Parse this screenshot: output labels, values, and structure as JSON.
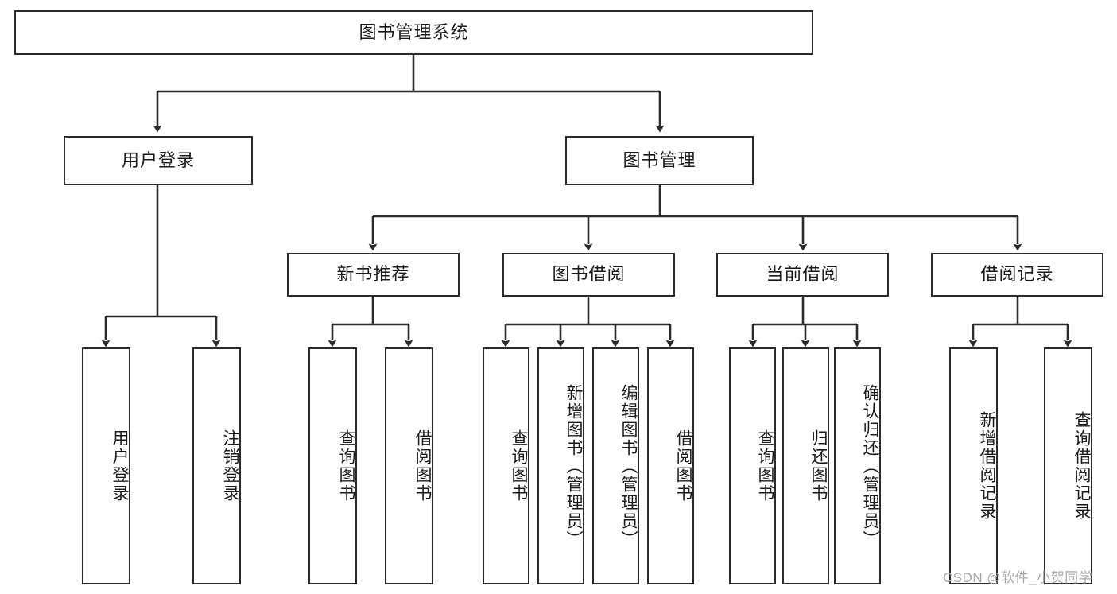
{
  "diagram": {
    "title": "图书管理系统",
    "type": "tree-hierarchy-chart",
    "root": {
      "label": "图书管理系统"
    },
    "level2": [
      {
        "label": "用户登录"
      },
      {
        "label": "图书管理"
      }
    ],
    "level3": [
      {
        "label": "新书推荐"
      },
      {
        "label": "图书借阅"
      },
      {
        "label": "当前借阅"
      },
      {
        "label": "借阅记录"
      }
    ],
    "leaves": {
      "user_login": [
        {
          "label": "用户登录"
        },
        {
          "label": "注销登录"
        }
      ],
      "new_book_recommend": [
        {
          "label": "查询图书"
        },
        {
          "label": "借阅图书"
        }
      ],
      "book_borrow": [
        {
          "label": "查询图书"
        },
        {
          "label": "新增图书（管理员）"
        },
        {
          "label": "编辑图书（管理员）"
        },
        {
          "label": "借阅图书"
        }
      ],
      "current_borrow": [
        {
          "label": "查询图书"
        },
        {
          "label": "归还图书"
        },
        {
          "label": "确认归还（管理员）"
        }
      ],
      "borrow_record": [
        {
          "label": "新增借阅记录"
        },
        {
          "label": "查询借阅记录"
        }
      ]
    },
    "watermark": "CSDN @软件_小贺同学",
    "colors": {
      "stroke": "#2b2b2b",
      "fill": "#ffffff",
      "text": "#1a1a1a",
      "watermark": "#a8a8a8"
    }
  }
}
